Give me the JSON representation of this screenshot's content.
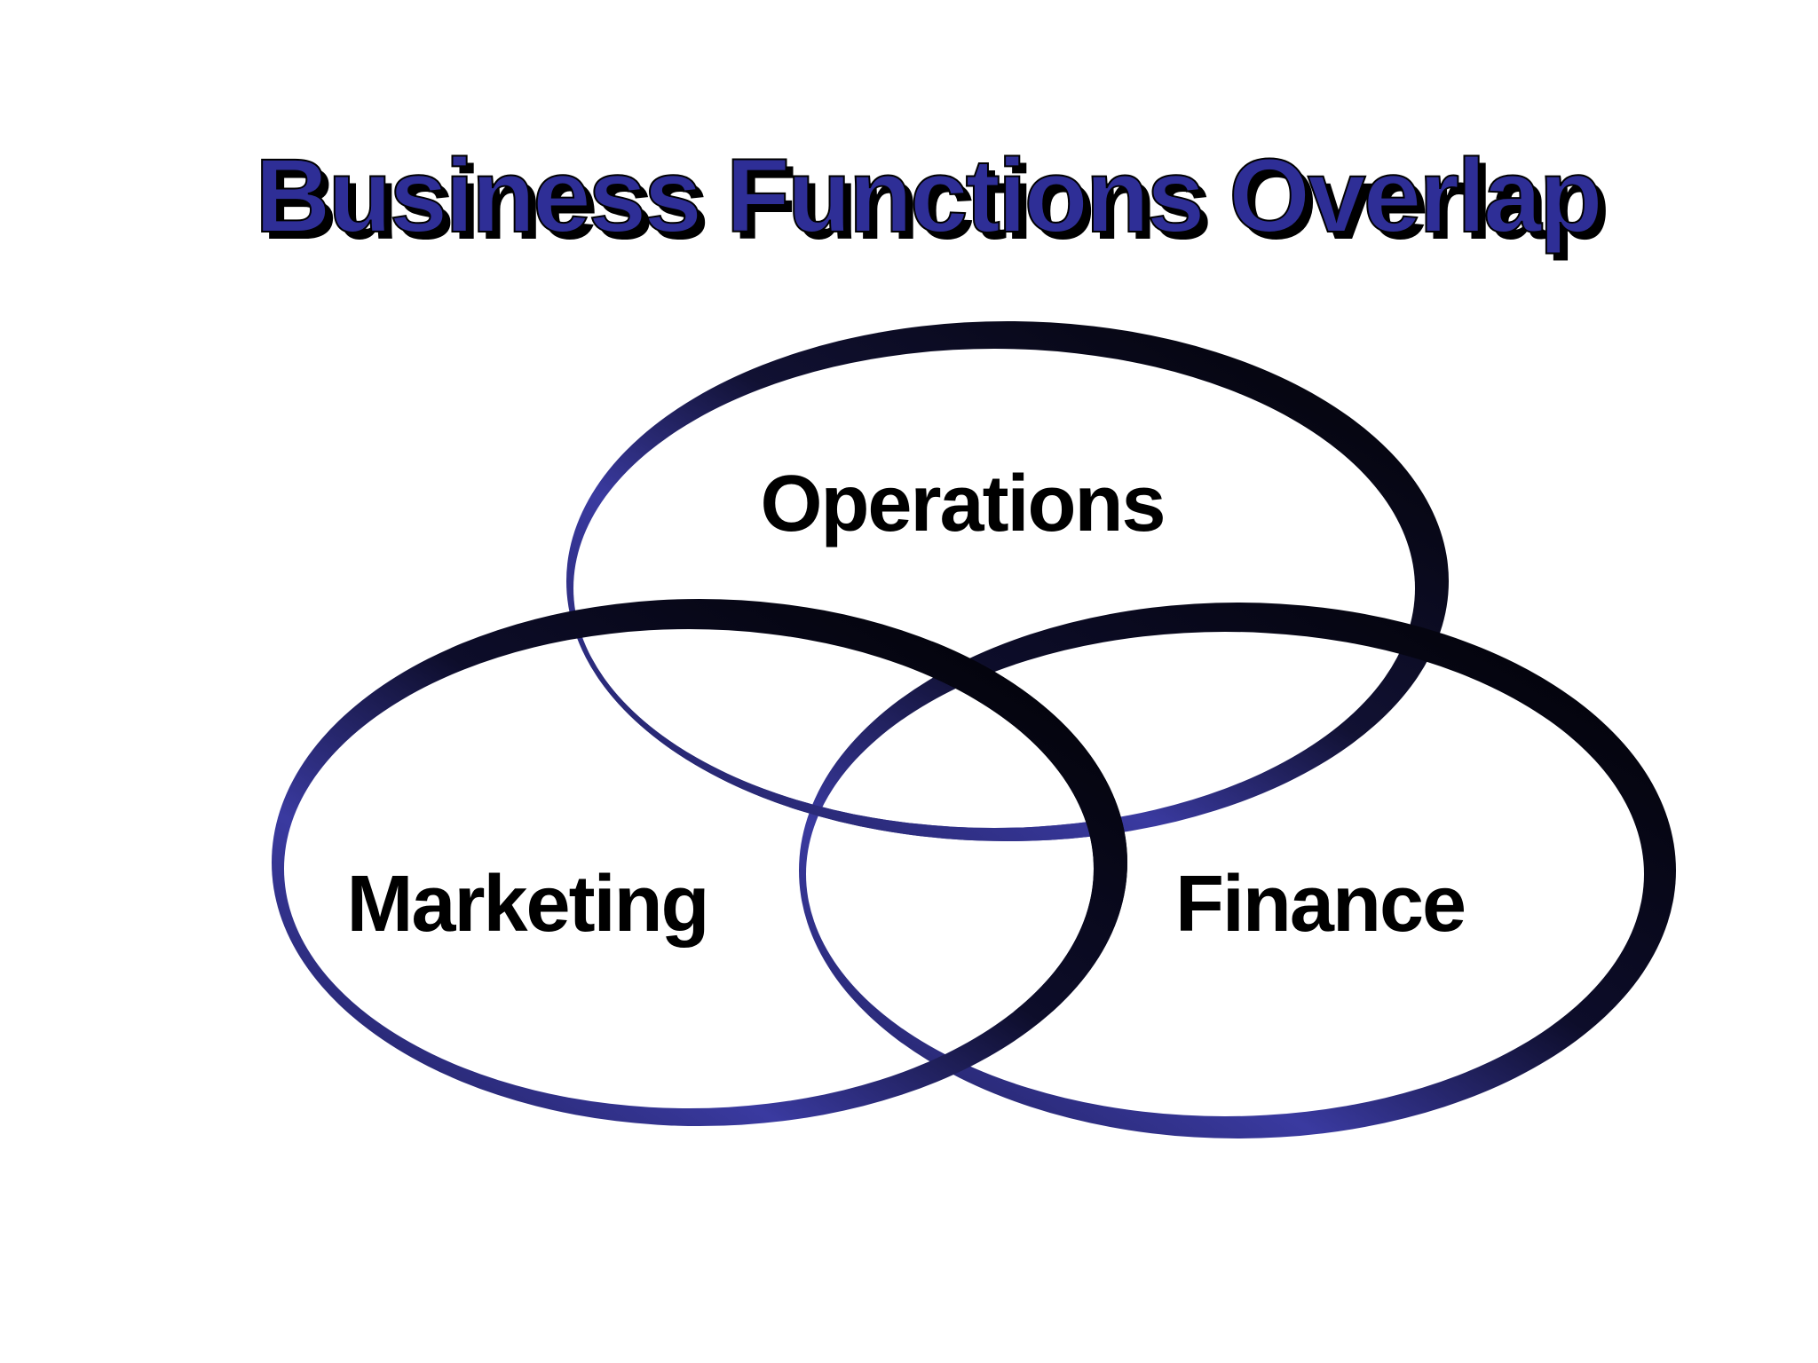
{
  "title": "Business Functions Overlap",
  "circles": [
    {
      "key": "operations",
      "label": "Operations"
    },
    {
      "key": "marketing",
      "label": "Marketing"
    },
    {
      "key": "finance",
      "label": "Finance"
    }
  ],
  "colors": {
    "title_fill": "#2e2e96",
    "title_shadow": "#000000",
    "ring_blue": "#3a3aa0",
    "ring_dark": "#1a1a4a",
    "ring_black": "#000000",
    "label": "#000000",
    "background": "#ffffff"
  }
}
